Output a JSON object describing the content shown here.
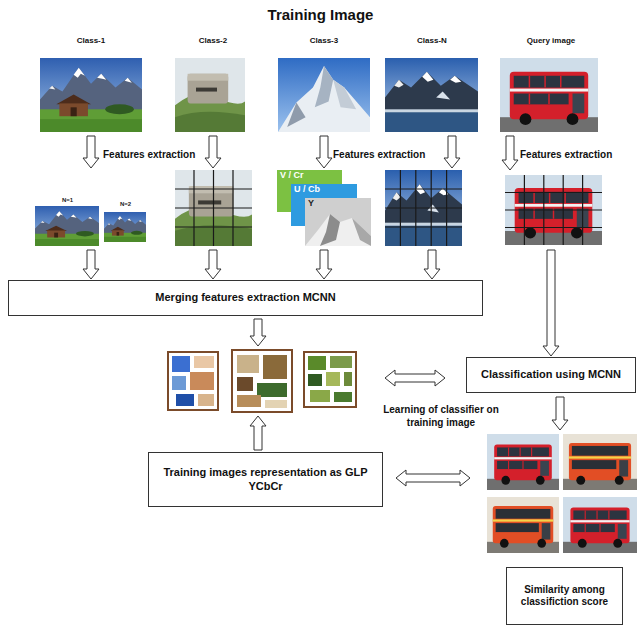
{
  "diagram": {
    "title": "Training Image",
    "nodes": [
      {
        "text": [
          "Class-1",
          "N=1",
          "N=2"
        ]
      },
      {
        "text": [
          "Class-2"
        ]
      },
      {
        "text": [
          "Class-3",
          "V / Cr",
          "U / Cb",
          "Y"
        ]
      },
      {
        "text": [
          "Class-N"
        ]
      },
      {
        "text": [
          "Query image"
        ]
      },
      {
        "text": [
          "Merging features extraction MCNN"
        ]
      },
      {
        "text": [
          "Classification using MCNN"
        ]
      },
      {
        "text": [
          "Training images representation as GLP YCbCr"
        ]
      },
      {
        "text": [
          "Similarity among classifiction score"
        ]
      }
    ],
    "edges": [
      {
        "from": 0,
        "to": 5,
        "arrow": "to"
      },
      {
        "from": 1,
        "to": 5,
        "arrow": "to"
      },
      {
        "from": 2,
        "to": 5,
        "arrow": "to"
      },
      {
        "from": 3,
        "to": 5,
        "arrow": "to"
      },
      {
        "from": 4,
        "to": 6,
        "arrow": "to"
      }
    ],
    "labels": [
      "Features extraction",
      "Features extraction",
      "Features extraction",
      "Learning of classifier on training image"
    ]
  }
}
